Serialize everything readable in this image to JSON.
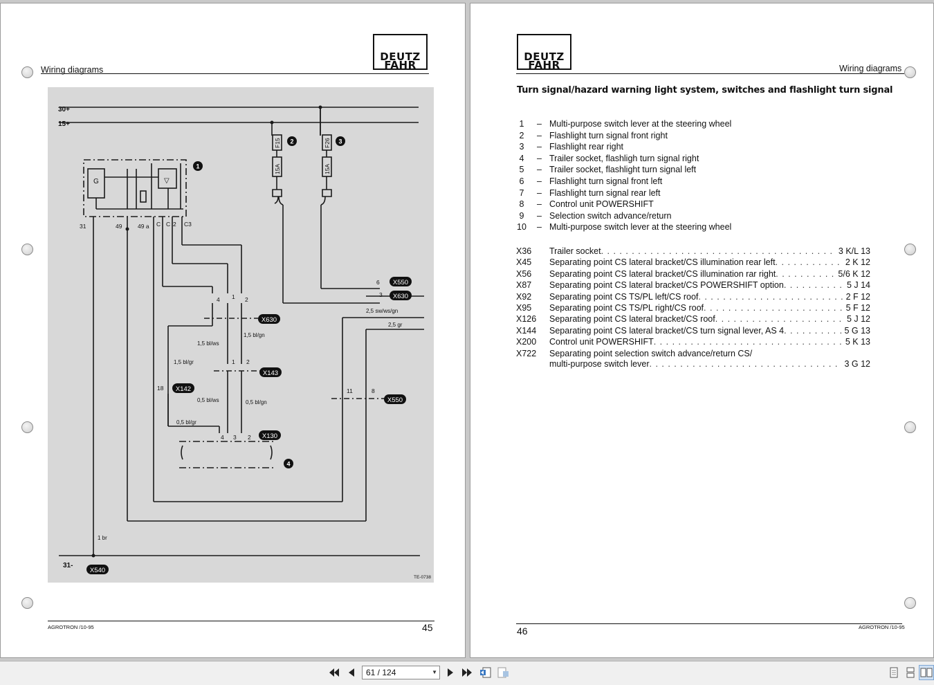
{
  "left_page": {
    "header": "Wiring diagrams",
    "logo_line1": "DEUTZ",
    "logo_line2": "FAHR",
    "footer": "AGROTRON /10-95",
    "page_number": "45",
    "diagram": {
      "rails": [
        "30+",
        "15+",
        "31-"
      ],
      "callouts": [
        "1",
        "2",
        "3",
        "4"
      ],
      "fuses": [
        {
          "label": "F15",
          "rating": "15A"
        },
        {
          "label": "F26",
          "rating": "15A"
        }
      ],
      "connectors": [
        "X550",
        "X630",
        "X630",
        "X143",
        "X142",
        "X550",
        "X130",
        "X540"
      ],
      "relay_terminals": [
        "31",
        "49",
        "49 a",
        "C",
        "C",
        "2",
        "C3"
      ],
      "component_marks": [
        "G",
        "▽"
      ],
      "pin_labels": [
        "4",
        "1",
        "2",
        "1",
        "2",
        "18",
        "11",
        "8",
        "4",
        "3",
        "2",
        "6",
        "3"
      ],
      "wire_labels": [
        "2,5 sw/ws/gn",
        "2,5 gr",
        "1,5 bl/ws",
        "1,5 bl/gn",
        "1,5 bl/gr",
        "0,5 bl/ws",
        "0,5 bl/gn",
        "0,5 bl/gr",
        "1 br"
      ],
      "drawing_ref": "TE-0738"
    }
  },
  "right_page": {
    "header": "Wiring diagrams",
    "logo_line1": "DEUTZ",
    "logo_line2": "FAHR",
    "title": "Turn signal/hazard warning light system, switches and flashlight turn signal",
    "legend": [
      {
        "num": "1",
        "text": "Multi-purpose switch lever at the steering wheel"
      },
      {
        "num": "2",
        "text": "Flashlight turn signal front right"
      },
      {
        "num": "3",
        "text": "Flashlight rear right"
      },
      {
        "num": "4",
        "text": "Trailer socket, flashligh turn signal right"
      },
      {
        "num": "5",
        "text": "Trailer socket, flashlight turn signal left"
      },
      {
        "num": "6",
        "text": "Flashlight turn signal front left"
      },
      {
        "num": "7",
        "text": "Flashlight turn signal rear left"
      },
      {
        "num": "8",
        "text": "Control unit POWERSHIFT"
      },
      {
        "num": "9",
        "text": "Selection switch advance/return"
      },
      {
        "num": "10",
        "text": "Multi-purpose switch lever at the steering wheel"
      }
    ],
    "connectors": [
      {
        "code": "X36",
        "desc": "Trailer socket",
        "ref": "3 K/L 13"
      },
      {
        "code": "X45",
        "desc": "Separating point CS lateral bracket/CS illumination rear left",
        "ref": "2 K 12"
      },
      {
        "code": "X56",
        "desc": "Separating point CS lateral bracket/CS illumination rar right",
        "ref": "5/6 K 12"
      },
      {
        "code": "X87",
        "desc": "Separating point CS lateral bracket/CS POWERSHIFT option",
        "ref": "5 J 14"
      },
      {
        "code": "X92",
        "desc": "Separating point CS TS/PL left/CS roof",
        "ref": "2 F 12"
      },
      {
        "code": "X95",
        "desc": "Separating point CS TS/PL right/CS roof",
        "ref": "5 F 12"
      },
      {
        "code": "X126",
        "desc": "Separating point CS lateral bracket/CS roof",
        "ref": "5 J 12"
      },
      {
        "code": "X144",
        "desc": "Separating point CS lateral bracket/CS turn signal lever, AS 4",
        "ref": "5 G 13"
      },
      {
        "code": "X200",
        "desc": "Control unit POWERSHIFT",
        "ref": "5 K 13"
      },
      {
        "code": "X722",
        "desc": "Separating point selection switch advance/return CS/",
        "desc2": "multi-purpose switch lever",
        "ref": "3 G 12"
      }
    ],
    "footer": "AGROTRON /10-95",
    "page_number": "46"
  },
  "toolbar": {
    "page_indicator": "61 / 124",
    "icons": [
      "first-page-icon",
      "prev-page-icon",
      "next-page-icon",
      "last-page-icon",
      "previous-view-icon",
      "next-view-icon",
      "single-page-icon",
      "continuous-icon",
      "facing-pages-icon"
    ]
  }
}
